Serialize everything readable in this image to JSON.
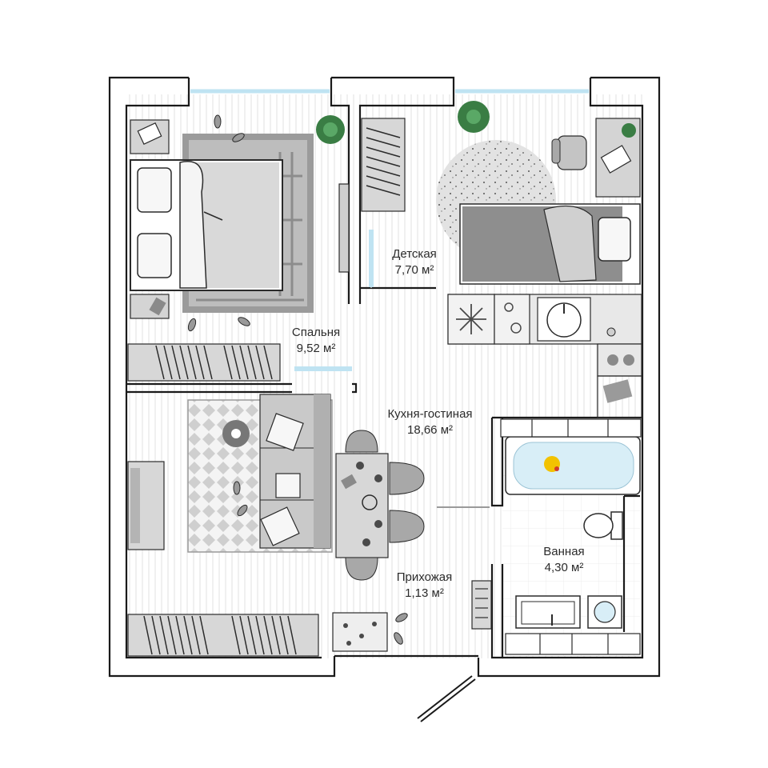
{
  "rooms": {
    "bedroom": {
      "name": "Спальня",
      "area": "9,52 м²"
    },
    "kids_room": {
      "name": "Детская",
      "area": "7,70 м²"
    },
    "kitchen_living": {
      "name": "Кухня-гостиная",
      "area": "18,66 м²"
    },
    "bathroom": {
      "name": "Ванная",
      "area": "4,30 м²"
    },
    "hallway": {
      "name": "Прихожая",
      "area": "1,13 м²"
    }
  },
  "colors": {
    "wall": "#1a1a1a",
    "floor_stripe": "#e4e4e4",
    "furniture": "#d7d7d7",
    "furniture_dark": "#8f8f8f",
    "window": "#bfe3f2",
    "plant": "#3a7d44",
    "bath_water": "#d8eef7",
    "duck": "#f2c200"
  },
  "icons": [
    "snowflake-icon",
    "plant-icon",
    "laptop-icon",
    "sink-icon",
    "toilet-icon",
    "bathtub-icon",
    "washing-machine-icon",
    "stove-icon",
    "duck-icon"
  ]
}
